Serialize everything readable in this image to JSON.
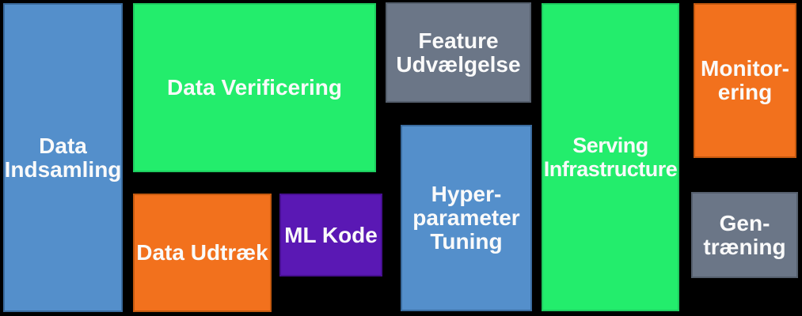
{
  "diagram": {
    "background_color": "#000000",
    "text_color": "#FAFAFA",
    "boxes": [
      {
        "id": "data-indsamling",
        "label": "Data\nIndsamling",
        "fill": "#548FCB",
        "border": "#3A6B9E"
      },
      {
        "id": "data-verificering",
        "label": "Data Verificering",
        "fill": "#23ED6C",
        "border": "#1ECC5F"
      },
      {
        "id": "data-udtraek",
        "label": "Data Udtræk",
        "fill": "#F2711D",
        "border": "#C4590F"
      },
      {
        "id": "ml-kode",
        "label": "ML Kode",
        "fill": "#5A18B4",
        "border": "#470F92"
      },
      {
        "id": "feature-udvaelgelse",
        "label": "Feature\nUdvælgelse",
        "fill": "#6B7687",
        "border": "#555F6D"
      },
      {
        "id": "hyperparameter-tuning",
        "label": "Hyper-\nparameter\nTuning",
        "fill": "#548FCB",
        "border": "#3A6B9E"
      },
      {
        "id": "serving-infrastructure",
        "label": "Serving\nInfrastructure",
        "fill": "#23ED6C",
        "border": "#1ECC5F"
      },
      {
        "id": "monitorering",
        "label": "Monitor-\nering",
        "fill": "#F2711D",
        "border": "#C4590F"
      },
      {
        "id": "gentraening",
        "label": "Gen-\ntræning",
        "fill": "#6B7687",
        "border": "#555F6D"
      }
    ]
  }
}
